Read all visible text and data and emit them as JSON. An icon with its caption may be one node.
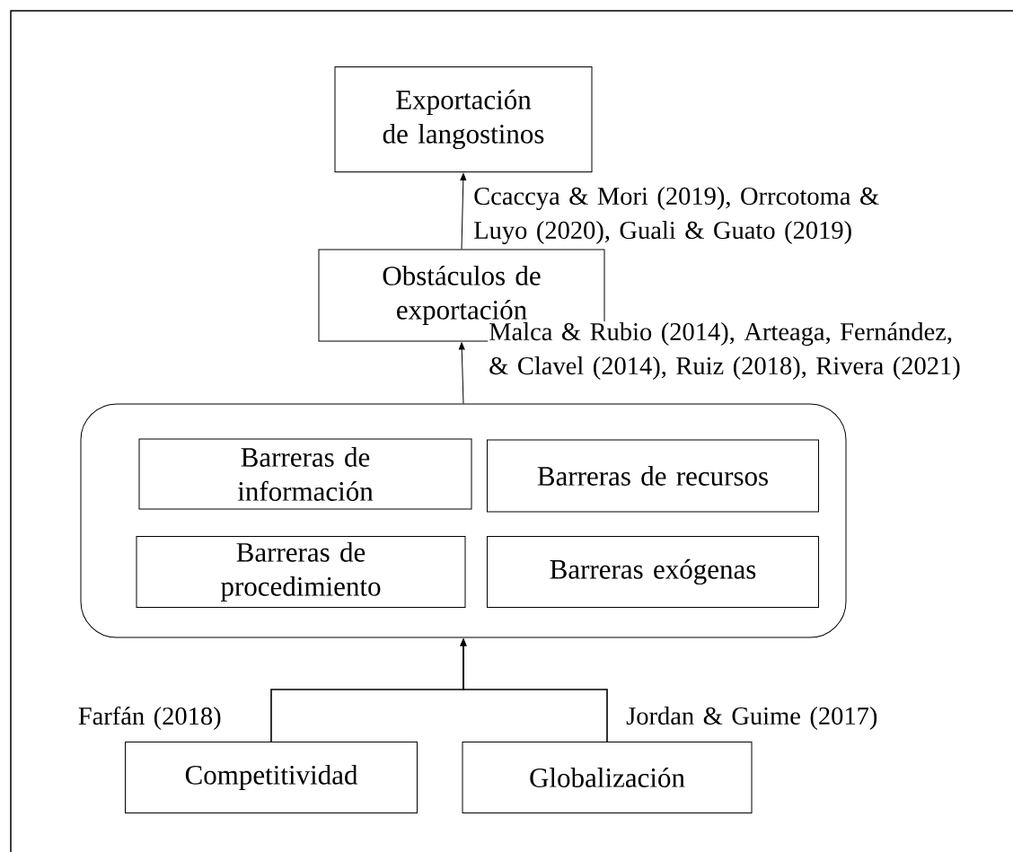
{
  "diagram": {
    "nodes": [
      {
        "text": [
          "Exportación de langostinos"
        ]
      },
      {
        "text": [
          "Obstáculos de exportación"
        ]
      },
      {
        "text": [],
        "shape": "box"
      },
      {
        "text": [
          "Barreras de información"
        ],
        "in": 2
      },
      {
        "text": [
          "Barreras de recursos"
        ],
        "in": 2
      },
      {
        "text": [
          "Barreras de procedimiento"
        ],
        "in": 2
      },
      {
        "text": [
          "Barreras exógenas"
        ],
        "in": 2
      },
      {
        "text": [
          "Competitividad"
        ]
      },
      {
        "text": [
          "Globalización"
        ]
      }
    ],
    "edges": [
      {
        "from": 1,
        "to": 0,
        "arrow": "to",
        "label": "Ccaccya & Mori (2019), Orrcotoma & Luyo (2020), Guali & Guato (2019)"
      },
      {
        "from": 2,
        "to": 1,
        "arrow": "to",
        "label": "Malca & Rubio (2014), Arteaga, Fernández, & Clavel (2014), Ruiz (2018), Rivera (2021)"
      },
      {
        "from": 7,
        "to": 2,
        "arrow": "to",
        "label": "Farfán (2018)"
      },
      {
        "from": 8,
        "to": 2,
        "arrow": "to",
        "label": "Jordan & Guime (2017)"
      }
    ]
  }
}
